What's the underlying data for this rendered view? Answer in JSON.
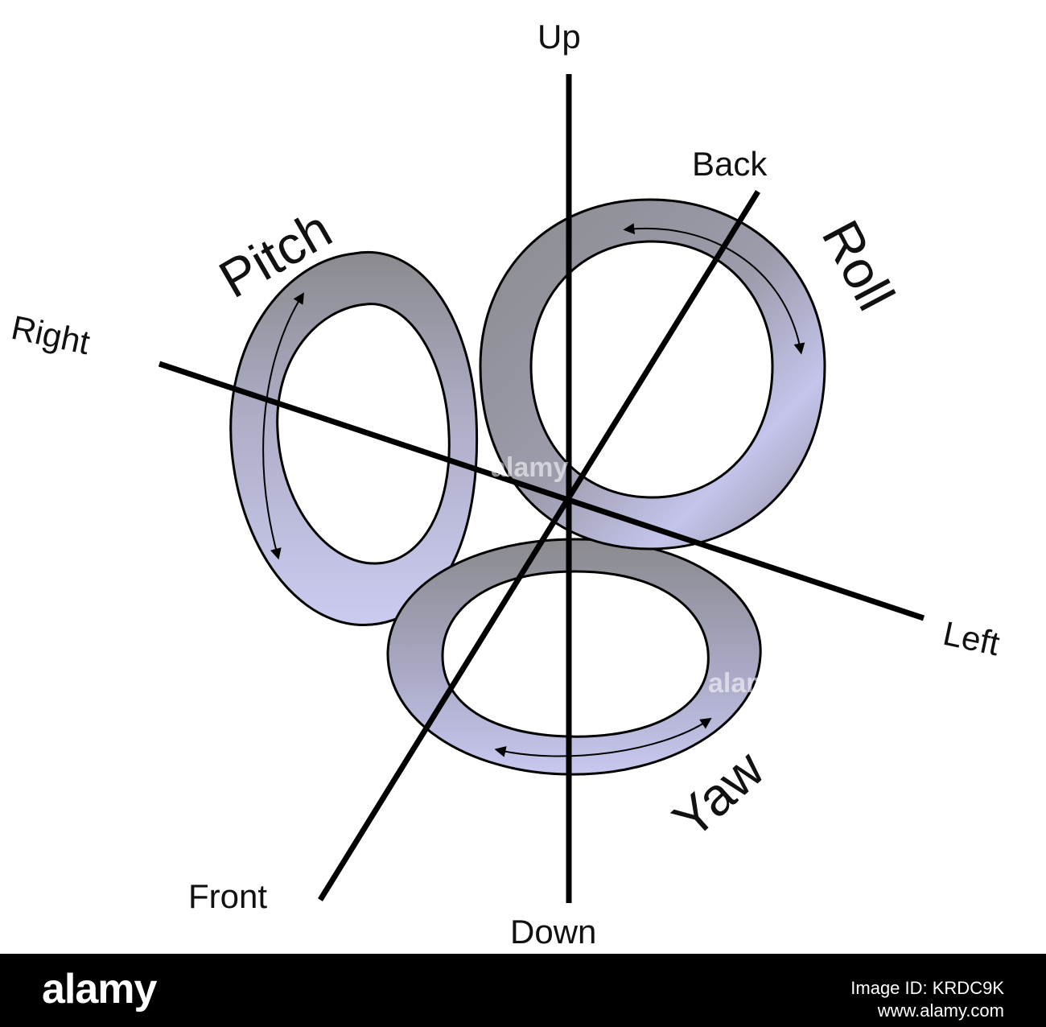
{
  "diagram": {
    "axes": {
      "up": "Up",
      "down": "Down",
      "back": "Back",
      "front": "Front",
      "right": "Right",
      "left": "Left"
    },
    "rotations": {
      "pitch": "Pitch",
      "roll": "Roll",
      "yaw": "Yaw"
    },
    "colors": {
      "ring_light": "#c4c4ee",
      "ring_dark": "#8a8a8e",
      "line": "#000000"
    },
    "watermark": "alamy"
  },
  "footer": {
    "logo": "alamy",
    "image_id": "Image ID: KRDC9K",
    "url": "www.alamy.com"
  }
}
